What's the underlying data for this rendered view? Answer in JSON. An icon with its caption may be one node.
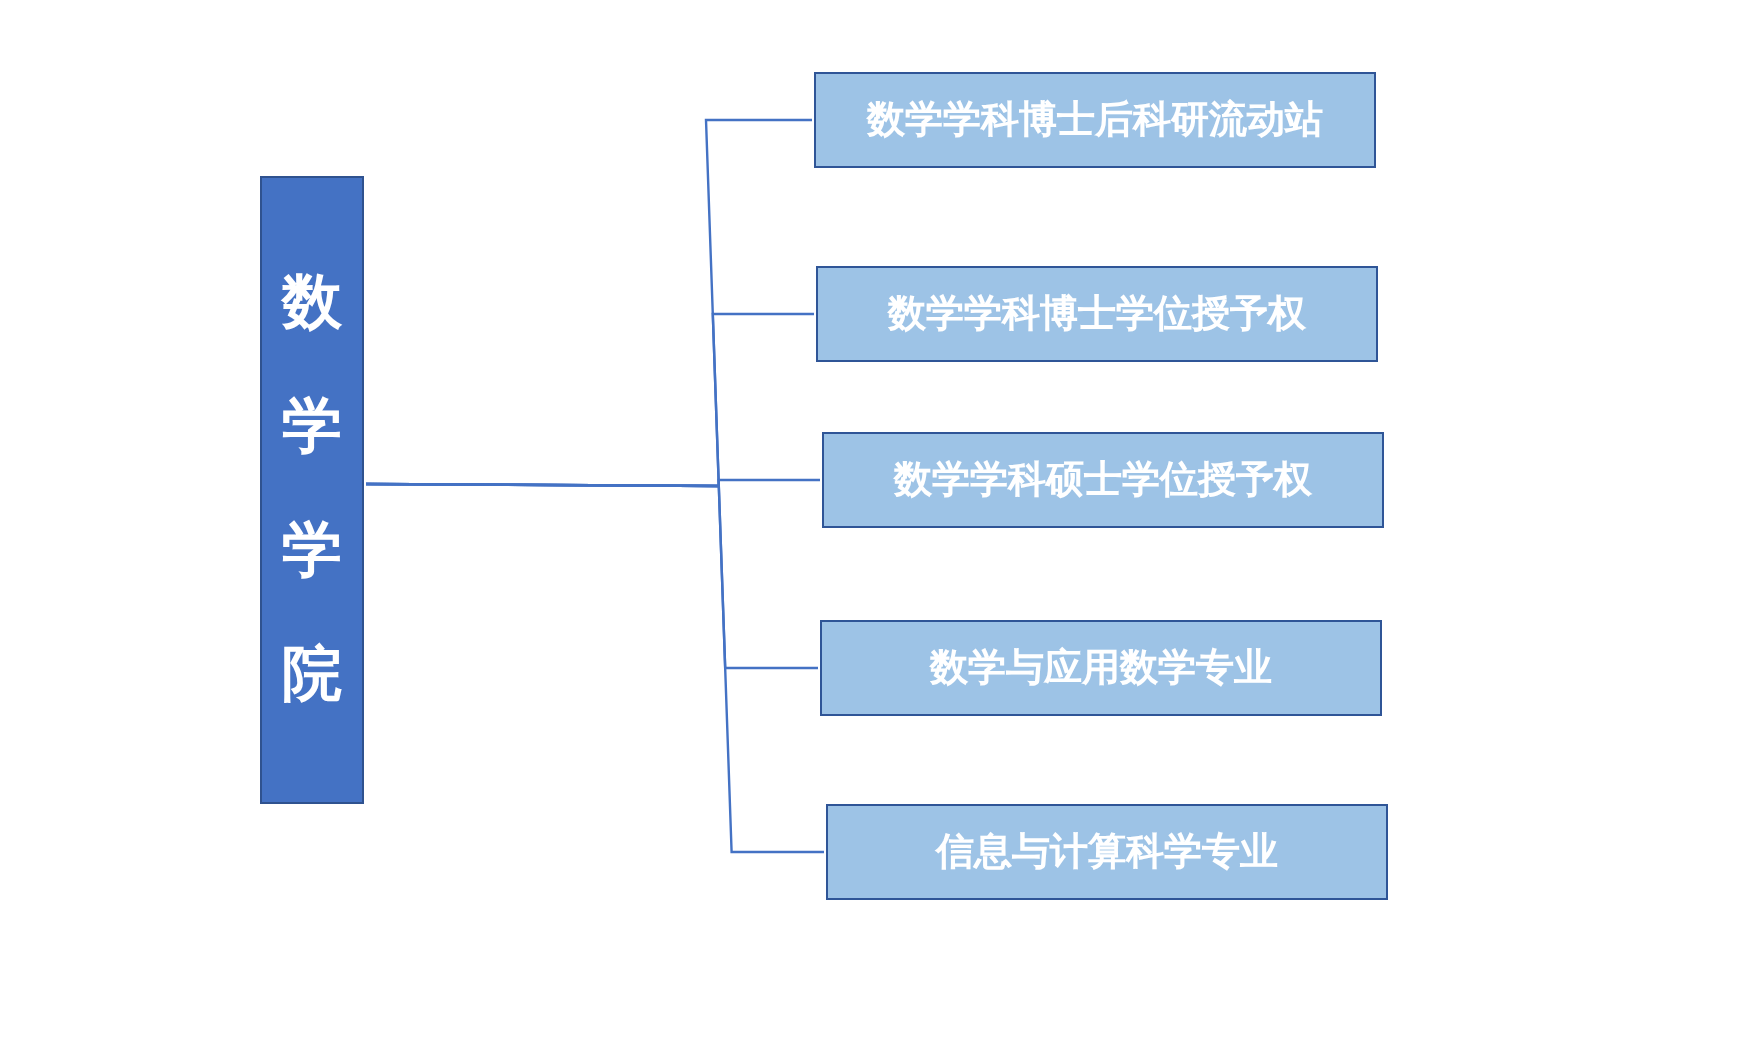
{
  "diagram": {
    "nodes": [
      {
        "text": [
          "数学学院"
        ]
      },
      {
        "text": [
          "数学学科博士后科研流动站"
        ]
      },
      {
        "text": [
          "数学学科博士学位授予权"
        ]
      },
      {
        "text": [
          "数学学科硕士学位授予权"
        ]
      },
      {
        "text": [
          "数学与应用数学专业"
        ]
      },
      {
        "text": [
          "信息与计算科学专业"
        ]
      }
    ],
    "edges": [
      {
        "from": 0,
        "to": 1,
        "arrow": "none"
      },
      {
        "from": 0,
        "to": 2,
        "arrow": "none"
      },
      {
        "from": 0,
        "to": 3,
        "arrow": "none"
      },
      {
        "from": 0,
        "to": 4,
        "arrow": "none"
      },
      {
        "from": 0,
        "to": 5,
        "arrow": "none"
      }
    ]
  }
}
